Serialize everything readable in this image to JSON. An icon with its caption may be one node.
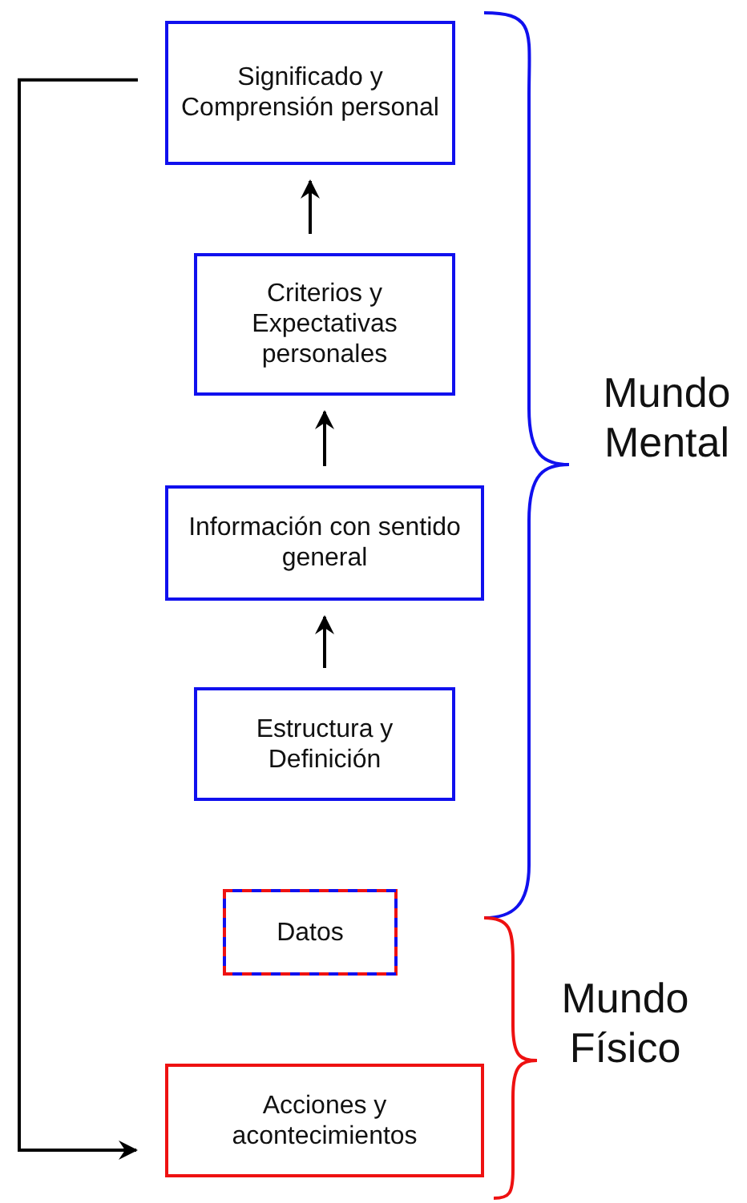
{
  "diagram": {
    "nodes": [
      {
        "text": [
          "Significado y Comprensión personal"
        ]
      },
      {
        "text": [
          "Criterios y Expectativas personales"
        ]
      },
      {
        "text": [
          "Información con sentido general"
        ]
      },
      {
        "text": [
          "Estructura y Definición"
        ]
      },
      {
        "text": [
          "Datos"
        ]
      },
      {
        "text": [
          "Acciones y acontecimientos"
        ]
      }
    ],
    "edges": [
      {
        "from": 1,
        "to": 0,
        "arrow": "to"
      },
      {
        "from": 2,
        "to": 1,
        "arrow": "to"
      },
      {
        "from": 3,
        "to": 2,
        "arrow": "to"
      },
      {
        "from": 0,
        "to": 5,
        "arrow": "to"
      }
    ],
    "labels": [
      "Mundo Mental",
      "Mundo Físico"
    ]
  }
}
